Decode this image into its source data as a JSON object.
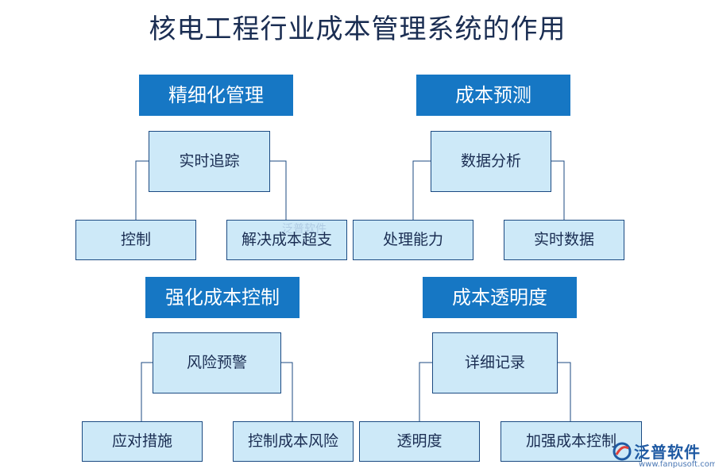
{
  "title": "核电工程行业成本管理系统的作用",
  "sections": [
    {
      "header": "精细化管理",
      "parent": "实时追踪",
      "children": [
        "控制",
        "解决成本超支"
      ]
    },
    {
      "header": "成本预测",
      "parent": "数据分析",
      "children": [
        "处理能力",
        "实时数据"
      ]
    },
    {
      "header": "强化成本控制",
      "parent": "风险预警",
      "children": [
        "应对措施",
        "控制成本风险"
      ]
    },
    {
      "header": "成本透明度",
      "parent": "详细记录",
      "children": [
        "透明度",
        "加强成本控制"
      ]
    }
  ],
  "watermark": {
    "text": "泛普软件",
    "url": "www.fanpusoft.com"
  },
  "colors": {
    "header": "#1677c4",
    "box_fill": "#cde9f8",
    "box_border": "#1b4a82",
    "title": "#1a2d52"
  }
}
